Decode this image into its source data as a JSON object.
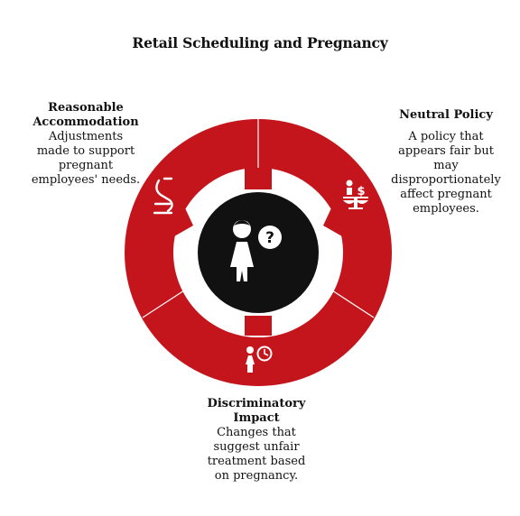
{
  "title": "Retail Scheduling and Pregnancy",
  "colors": {
    "ring": "#c4151c",
    "center": "#111111",
    "icon": "#ffffff",
    "background": "#ffffff"
  },
  "segments": [
    {
      "heading": "Reasonable Accommodation",
      "heading_lines": [
        "Reasonable",
        "Accommodation"
      ],
      "description": "Adjustments made to support pregnant employees' needs.",
      "description_lines": [
        "Adjustments",
        "made to support",
        "pregnant",
        "employees' needs."
      ],
      "icon": "accommodation-icon"
    },
    {
      "heading": "Neutral Policy",
      "heading_lines": [
        "Neutral Policy"
      ],
      "description": "A policy that appears fair but may disproportionately affect pregnant employees.",
      "description_lines": [
        "A policy that",
        "appears fair but",
        "may",
        "disproportionately",
        "affect pregnant",
        "employees."
      ],
      "icon": "balance-scale-dollar-icon"
    },
    {
      "heading": "Discriminatory Impact",
      "heading_lines": [
        "Discriminatory",
        "Impact"
      ],
      "description": "Changes that suggest unfair treatment based on pregnancy.",
      "description_lines": [
        "Changes that",
        "suggest unfair",
        "treatment based",
        "on pregnancy."
      ],
      "icon": "person-clock-icon"
    }
  ],
  "center_icon": "person-question-icon"
}
